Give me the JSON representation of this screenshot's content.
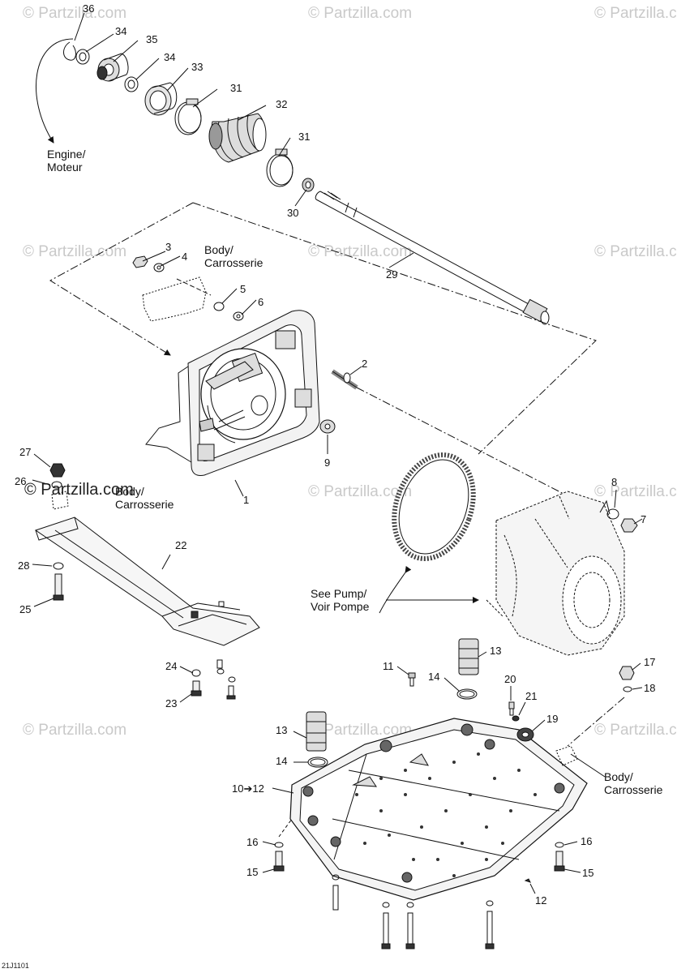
{
  "watermark": {
    "text": "© Partzilla.com",
    "strong_text": "© Partzilla.com"
  },
  "diagram_code": "21J1101",
  "callouts": {
    "n36": "36",
    "n34a": "34",
    "n35": "35",
    "n34b": "34",
    "n33": "33",
    "n31a": "31",
    "n32": "32",
    "n31b": "31",
    "n30": "30",
    "n29": "29",
    "n3": "3",
    "n4": "4",
    "n5": "5",
    "n6": "6",
    "n2": "2",
    "n9": "9",
    "n1": "1",
    "n27": "27",
    "n26": "26",
    "n22": "22",
    "n28": "28",
    "n25": "25",
    "n24": "24",
    "n23": "23",
    "n8": "8",
    "n7": "7",
    "n13a": "13",
    "n11": "11",
    "n14a": "14",
    "n20": "20",
    "n21": "21",
    "n19": "19",
    "n17": "17",
    "n18": "18",
    "n13b": "13",
    "n14b": "14",
    "n10_12": "10➔12",
    "n16a": "16",
    "n15a": "15",
    "n16b": "16",
    "n15b": "15",
    "n12": "12"
  },
  "notes": {
    "engine": "Engine/\nMoteur",
    "body1": "Body/\nCarrosserie",
    "body2": "Body/\nCarrosserie",
    "body3": "Body/\nCarrosserie",
    "pump": "See Pump/\nVoir Pompe"
  }
}
